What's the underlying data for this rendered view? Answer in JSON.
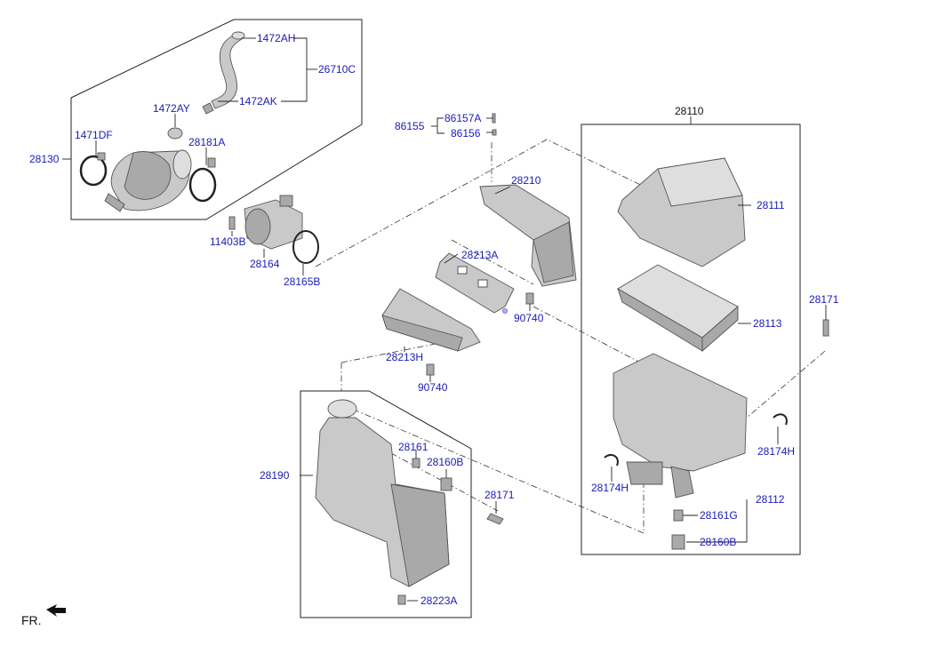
{
  "labels": {
    "l1472AH": "1472AH",
    "l26710C": "26710C",
    "l1472AK": "1472AK",
    "l1472AY": "1472AY",
    "l1471DF": "1471DF",
    "l28181A": "28181A",
    "l28130": "28130",
    "l11403B": "11403B",
    "l28164": "28164",
    "l28165B": "28165B",
    "l86157A": "86157A",
    "l86155": "86155",
    "l86156": "86156",
    "l28210": "28210",
    "l28213A": "28213A",
    "l90740a": "90740",
    "l28213H": "28213H",
    "l90740b": "90740",
    "l28110": "28110",
    "l28111": "28111",
    "l28113": "28113",
    "l28171a": "28171",
    "l28174Ha": "28174H",
    "l28174Hb": "28174H",
    "l28112": "28112",
    "l28161G": "28161G",
    "l28160Ba": "28160B",
    "l28190": "28190",
    "l28161": "28161",
    "l28160Bb": "28160B",
    "l28171b": "28171",
    "l28223A": "28223A",
    "fr": "FR."
  },
  "colors": {
    "label": "#1a1ab8",
    "line": "#222222",
    "part": "#c9c9c9"
  }
}
